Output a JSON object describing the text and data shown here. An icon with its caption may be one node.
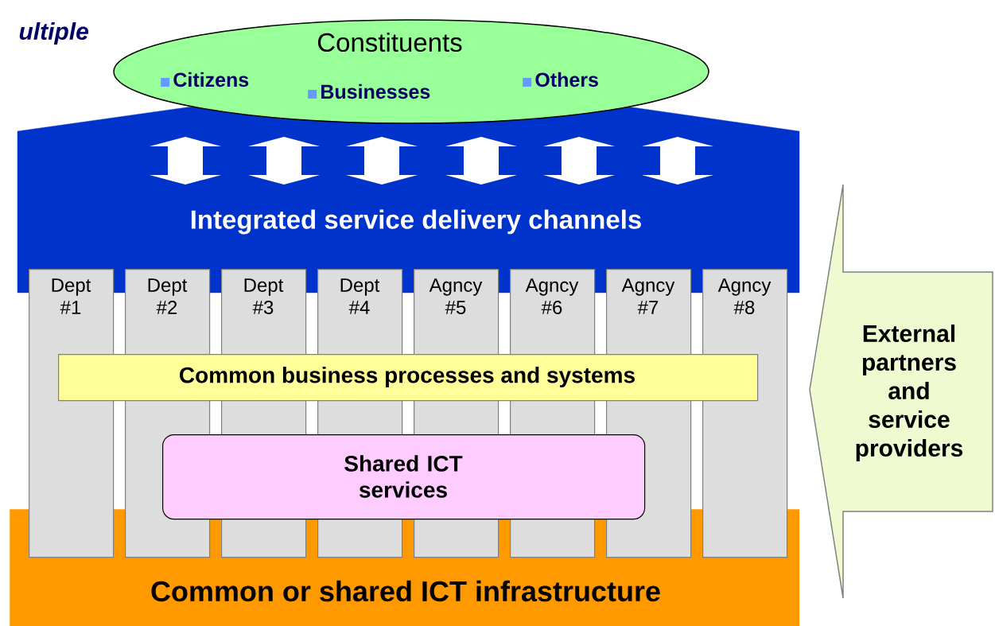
{
  "diagram": {
    "nodes": [
      {
        "text": [
          "Constituents",
          "Citizens",
          "Businesses",
          "Others"
        ]
      },
      {
        "text": [
          "Integrated service delivery channels"
        ]
      },
      {
        "text": [
          "Common or shared ICT infrastructure"
        ]
      },
      {
        "text": [
          "Dept #1"
        ]
      },
      {
        "text": [
          "Dept #2"
        ]
      },
      {
        "text": [
          "Dept #3"
        ]
      },
      {
        "text": [
          "Dept #4"
        ]
      },
      {
        "text": [
          "Agncy #5"
        ]
      },
      {
        "text": [
          "Agncy #6"
        ]
      },
      {
        "text": [
          "Agncy #7"
        ]
      },
      {
        "text": [
          "Agncy #8"
        ]
      },
      {
        "text": [
          "Common business processes and systems"
        ]
      },
      {
        "text": [
          "Shared ICT services"
        ]
      },
      {
        "text": [
          "External partners and service providers"
        ]
      }
    ],
    "labels": [
      "ultiple"
    ]
  }
}
